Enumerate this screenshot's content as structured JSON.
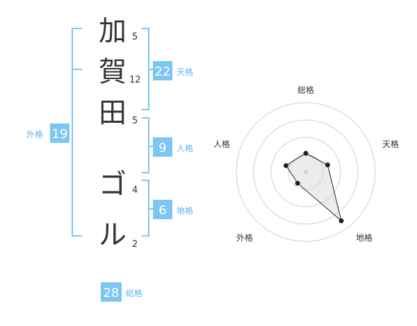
{
  "name": {
    "characters": [
      {
        "char": "加",
        "strokes": "5"
      },
      {
        "char": "賀",
        "strokes": "12"
      },
      {
        "char": "田",
        "strokes": "5"
      },
      {
        "char": "ゴ",
        "strokes": "4"
      },
      {
        "char": "ル",
        "strokes": "2"
      }
    ]
  },
  "scores": {
    "tenkaku": {
      "value": "22",
      "label": "天格"
    },
    "jinkaku": {
      "value": "9",
      "label": "人格"
    },
    "chikaku": {
      "value": "6",
      "label": "地格"
    },
    "gaikaku": {
      "value": "19",
      "label": "外格"
    },
    "soukaku": {
      "value": "28",
      "label": "総格"
    }
  },
  "colors": {
    "accent": "#7cc7f2",
    "label": "#5bb6ee",
    "text": "#333333"
  },
  "chart_data": {
    "type": "radar",
    "axes": [
      "総格",
      "天格",
      "地格",
      "外格",
      "人格"
    ],
    "values": [
      28,
      22,
      6,
      19,
      9
    ],
    "polygon_levels": [
      0.27,
      0.33,
      0.87,
      0.2,
      0.3
    ],
    "rings": 4
  }
}
